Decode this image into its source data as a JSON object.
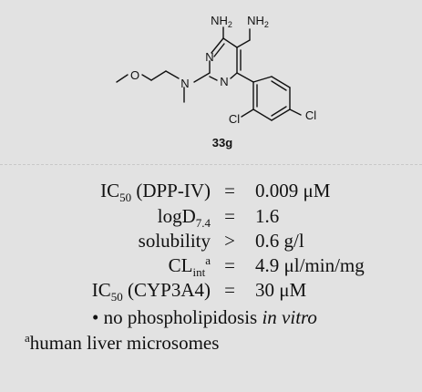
{
  "structure": {
    "compound_label": "33g",
    "atoms": {
      "nh2_amine": "NH",
      "nh2_amine_sub": "2",
      "nh2_methyl": "NH",
      "nh2_methyl_sub": "2",
      "n_ring_top": "N",
      "n_ring_bottom": "N",
      "n_amino": "N",
      "o_ether": "O",
      "cl_ortho": "Cl",
      "cl_para": "Cl"
    }
  },
  "properties": [
    {
      "label": "IC",
      "label_sub": "50",
      "label_rest": " (DPP-IV)",
      "op": "=",
      "value": "0.009 μM"
    },
    {
      "label": "logD",
      "label_sub": "7.4",
      "label_rest": "",
      "op": "=",
      "value": "1.6"
    },
    {
      "label": "solubility",
      "op": ">",
      "value": "0.6 g/l"
    },
    {
      "label": "CL",
      "label_sub": "int",
      "label_sup": "a",
      "op": "=",
      "value": "4.9 μl/min/mg"
    },
    {
      "label": "IC",
      "label_sub": "50",
      "label_rest": " (CYP3A4)",
      "op": "=",
      "value": "30 μM"
    }
  ],
  "bullet": {
    "symbol": "•",
    "text": "no phospholipidosis ",
    "italic": "in vitro"
  },
  "footnote": {
    "mark": "a",
    "text": "human liver microsomes"
  }
}
